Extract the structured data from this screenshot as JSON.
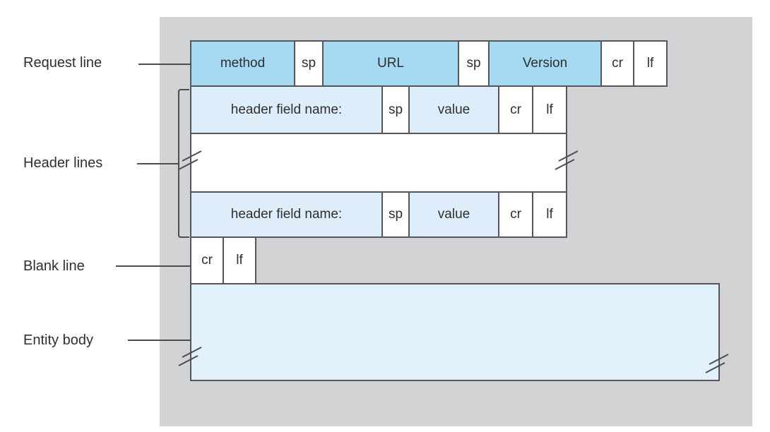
{
  "side_labels": {
    "request_line": "Request line",
    "header_lines": "Header lines",
    "blank_line": "Blank line",
    "entity_body": "Entity body"
  },
  "request_line": {
    "cells": [
      "method",
      "sp",
      "URL",
      "sp",
      "Version",
      "cr",
      "lf"
    ]
  },
  "header_line_1": {
    "cells": [
      "header field name:",
      "sp",
      "value",
      "cr",
      "lf"
    ]
  },
  "header_line_2": {
    "cells": [
      "header field name:",
      "sp",
      "value",
      "cr",
      "lf"
    ]
  },
  "blank_line": {
    "cells": [
      "cr",
      "lf"
    ]
  },
  "entity_body": {
    "label": ""
  },
  "colors": {
    "background_gray": "#d1d3d5",
    "box_border": "#54565b",
    "request_row_fill": "#a5daf2",
    "header_row_fill": "#ddeefa",
    "entity_fill": "#e0f1fb",
    "line_color": "#4c4d4f",
    "text_color": "#2e2f31"
  }
}
